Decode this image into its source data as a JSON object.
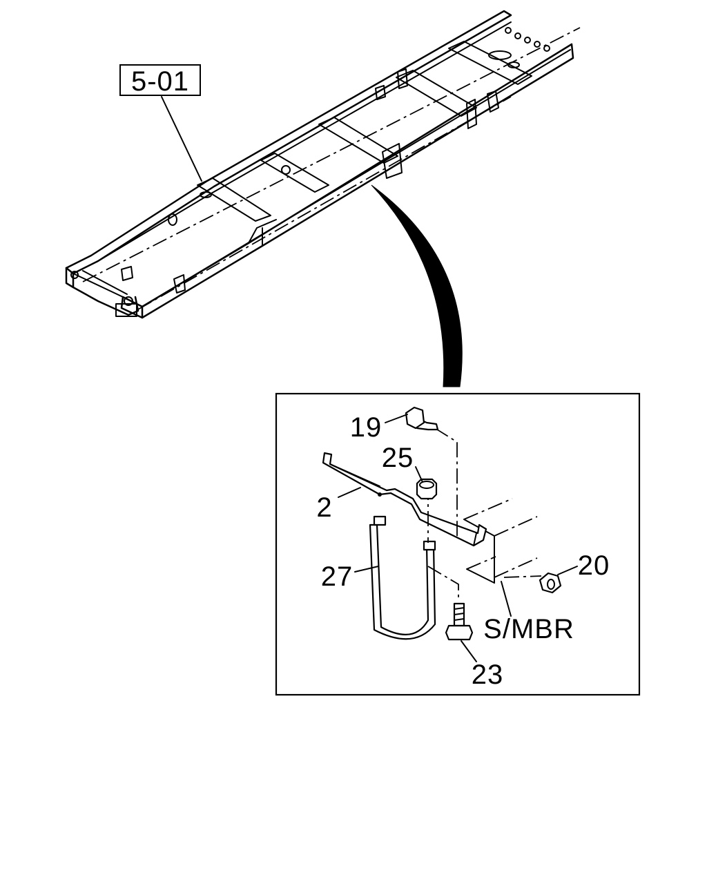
{
  "diagram": {
    "reference_box": {
      "label": "5-01"
    },
    "callouts": [
      {
        "id": "c19",
        "label": "19"
      },
      {
        "id": "c25",
        "label": "25"
      },
      {
        "id": "c2",
        "label": "2"
      },
      {
        "id": "c27",
        "label": "27"
      },
      {
        "id": "c20",
        "label": "20"
      },
      {
        "id": "c23",
        "label": "23"
      },
      {
        "id": "csmbr",
        "label": "S/MBR"
      }
    ]
  }
}
